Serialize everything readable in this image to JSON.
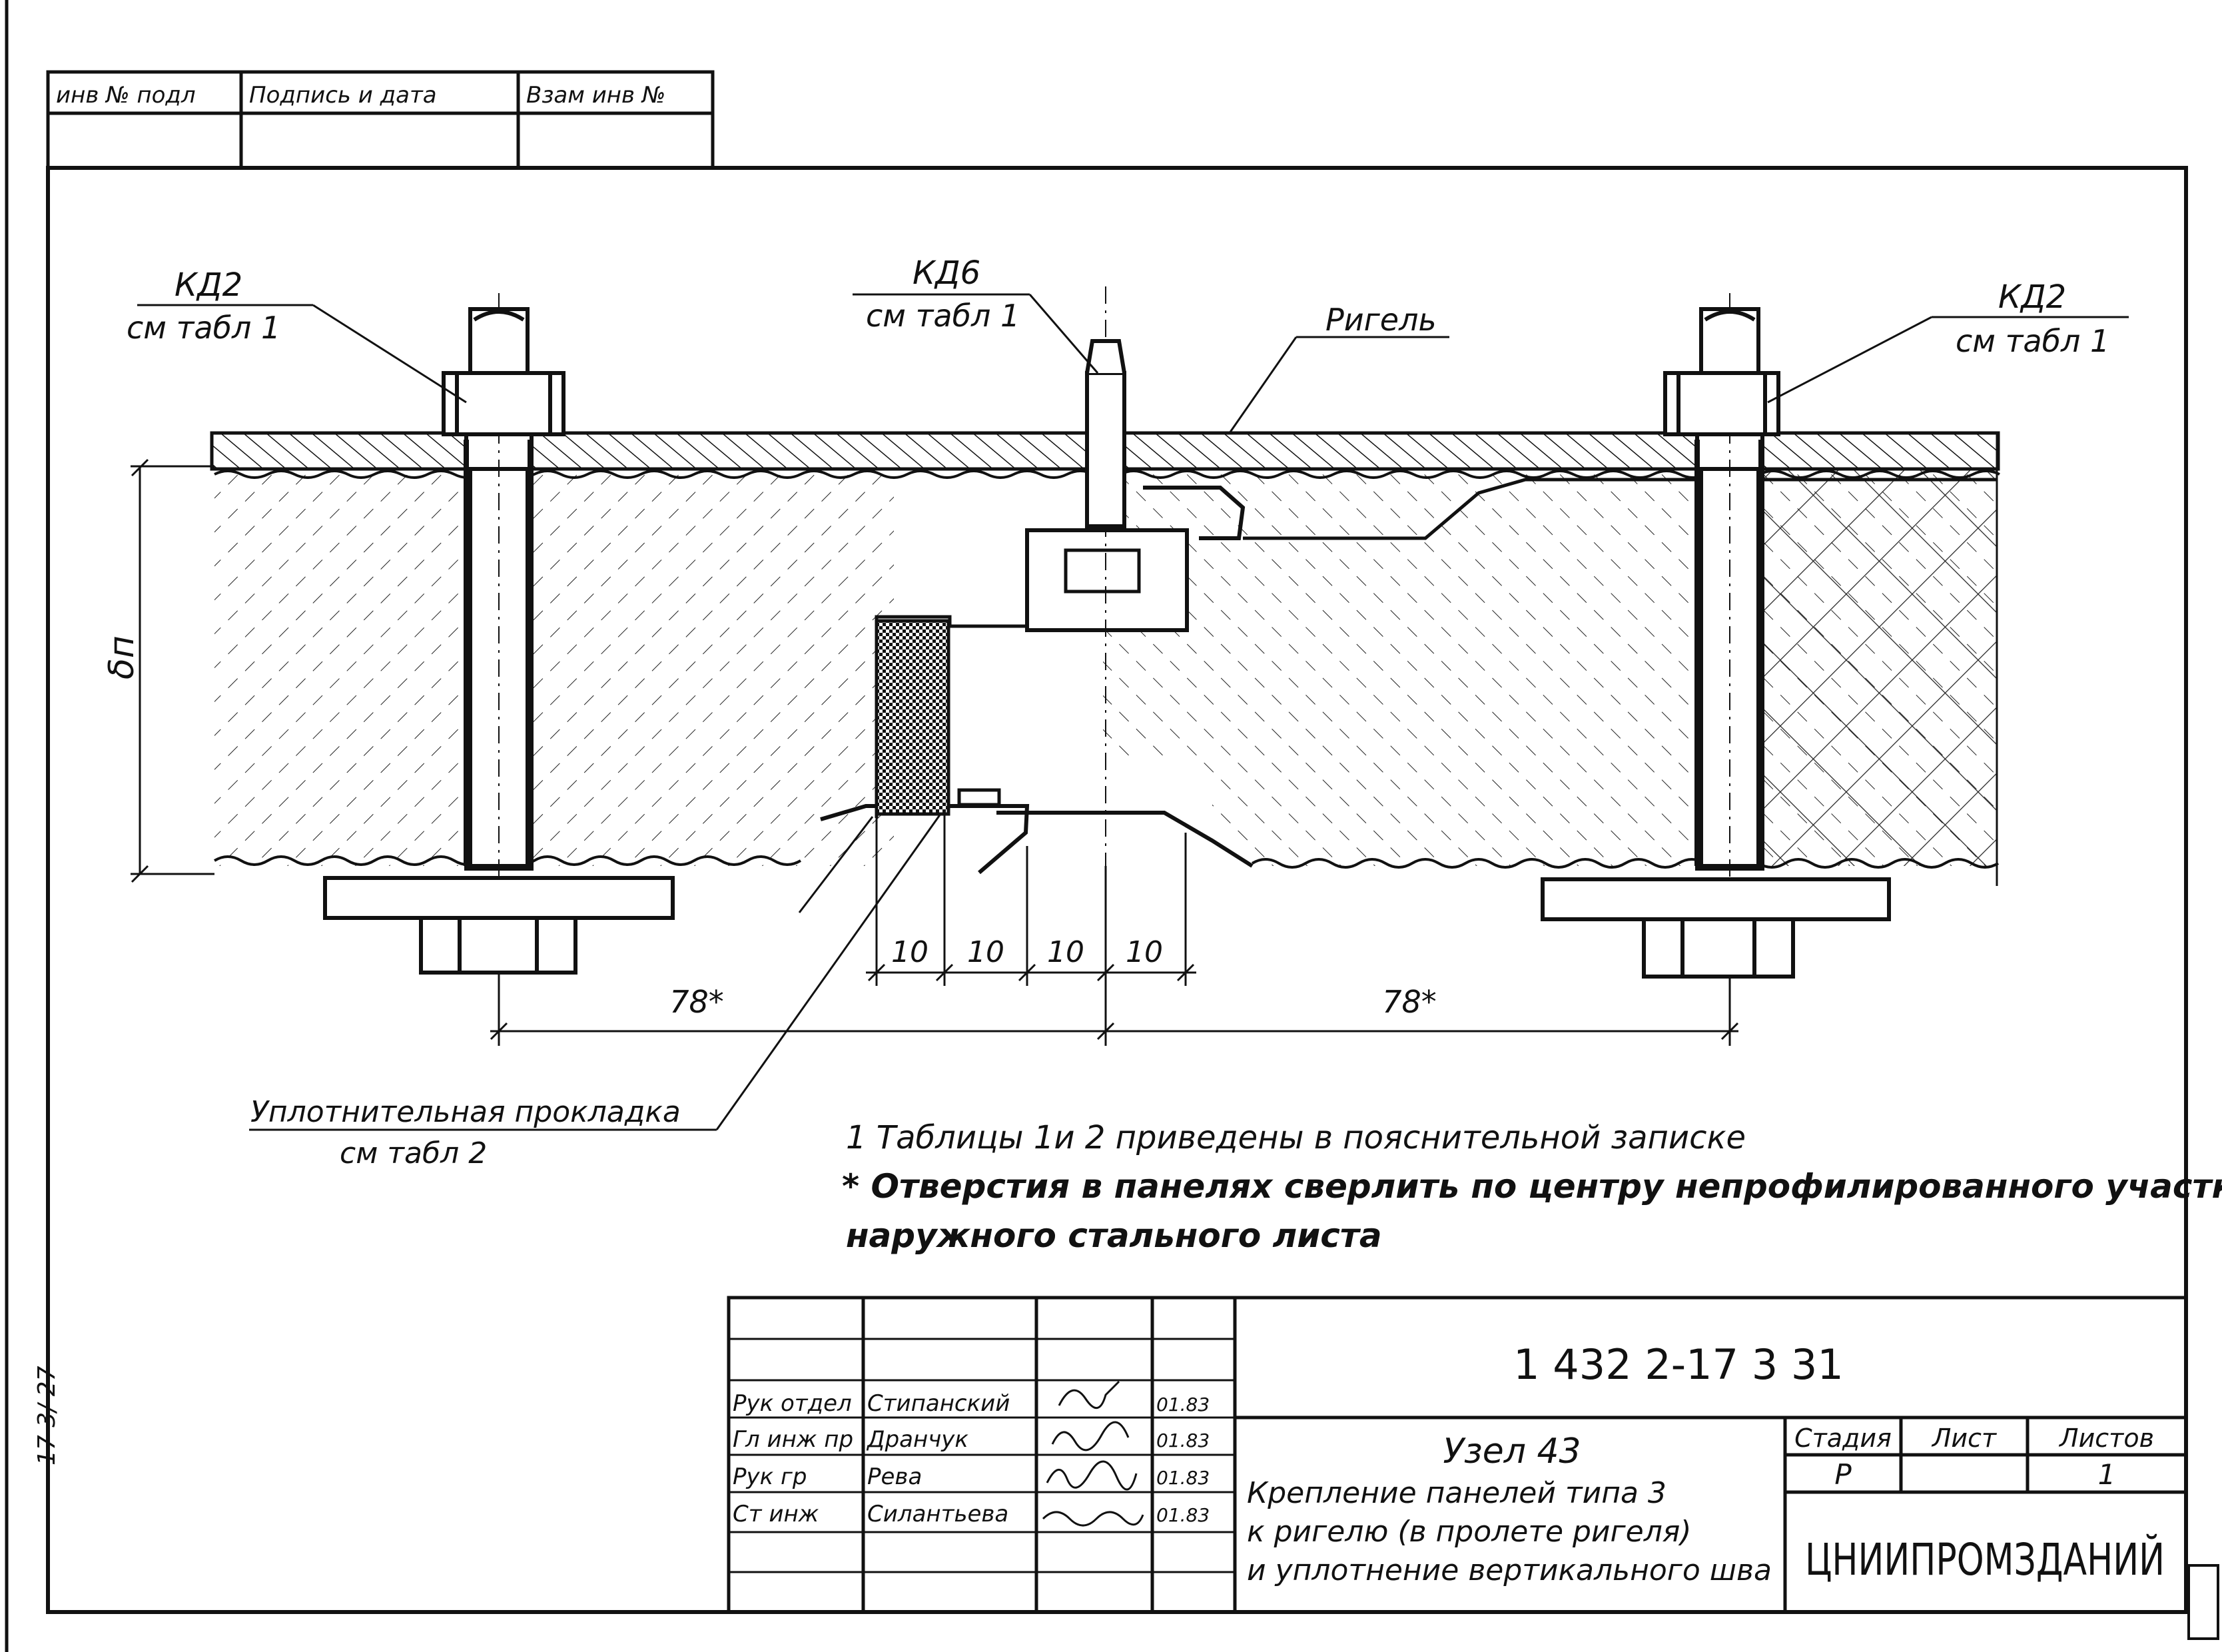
{
  "stamp_top": {
    "col1": "инв № подл",
    "col2": "Подпись и дата",
    "col3": "Взам инв №"
  },
  "labels": {
    "left_bolt": "КД2",
    "left_bolt_ref": "см табл 1",
    "center_bolt": "КД6",
    "center_bolt_ref": "см табл 1",
    "right_bolt": "КД2",
    "right_bolt_ref": "см табл 1",
    "rigel": "Ригель",
    "thickness": "δп",
    "seal": "Уплотнительная прокладка",
    "seal_ref": "см табл 2"
  },
  "dimensions": {
    "d1": "10",
    "d2": "10",
    "d3": "10",
    "d4": "10",
    "left_span": "78*",
    "right_span": "78*"
  },
  "notes": {
    "line1": "1 Таблицы 1и 2 приведены в пояснительной записке",
    "line2": "* Отверстия в панелях сверлить по центру непрофилированного участка",
    "line3": "наружного стального листа"
  },
  "title_block": {
    "code": "1 432 2-17 3 31",
    "node": "Узел 43",
    "desc1": "Крепление панелей типа 3",
    "desc2": "к ригелю (в пролете ригеля)",
    "desc3": "и уплотнение вертикального шва",
    "org": "ЦНИИПРОМЗДАНИЙ",
    "stage_h": "Стадия",
    "sheet_h": "Лист",
    "sheets_h": "Листов",
    "stage": "Р",
    "sheet": "",
    "sheets": "1",
    "staff": [
      {
        "role": "Рук отдел",
        "name": "Стипанский",
        "date": "01.83"
      },
      {
        "role": "Гл инж пр",
        "name": "Дранчук",
        "date": "01.83"
      },
      {
        "role": "Рук гр",
        "name": "Рева",
        "date": "01.83"
      },
      {
        "role": "Ст инж",
        "name": "Силантьева",
        "date": "01.83"
      }
    ]
  },
  "side_marks": {
    "edge": "17   3/ 27"
  }
}
